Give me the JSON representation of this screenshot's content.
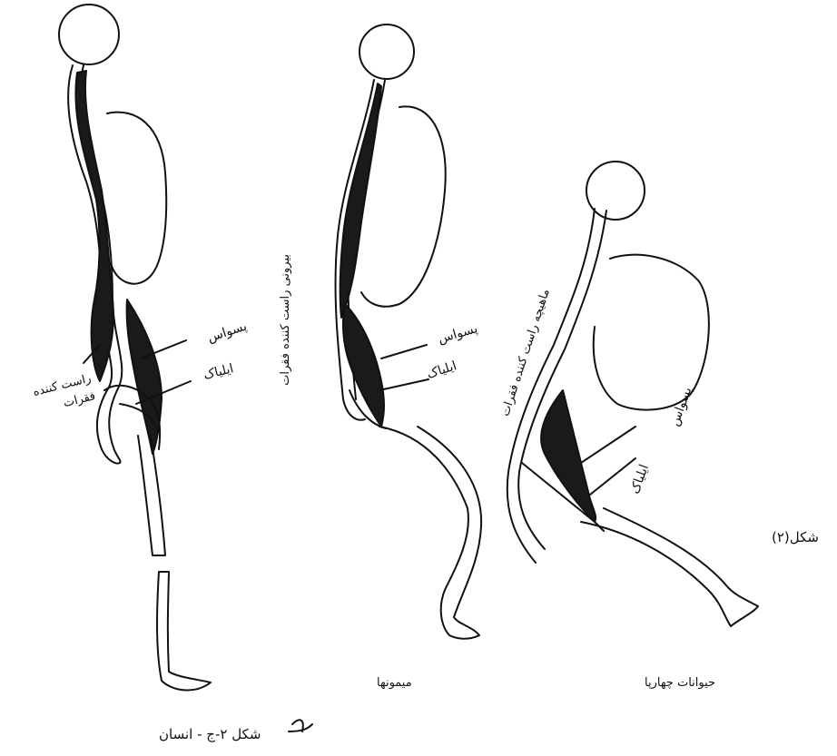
{
  "figure": {
    "number_label": "شکل(۲)",
    "caption_human": "شکل ۲-ج - انسان",
    "caption_ape": "میمونها",
    "caption_quadruped": "حیوانات چهارپا"
  },
  "labels": {
    "psoas": "پسواس",
    "iliac": "ایلیاک",
    "spinal_extensor": "راست کننده فقرات",
    "spinal_extensor_ape": "بیرونی راست کننده فقرات",
    "spinal_extensor_quadruped": "ماهیچه راست کننده فقرات"
  },
  "colors": {
    "ink": "#111111",
    "muscle_fill": "#1a1a1a",
    "paper": "#ffffff"
  }
}
